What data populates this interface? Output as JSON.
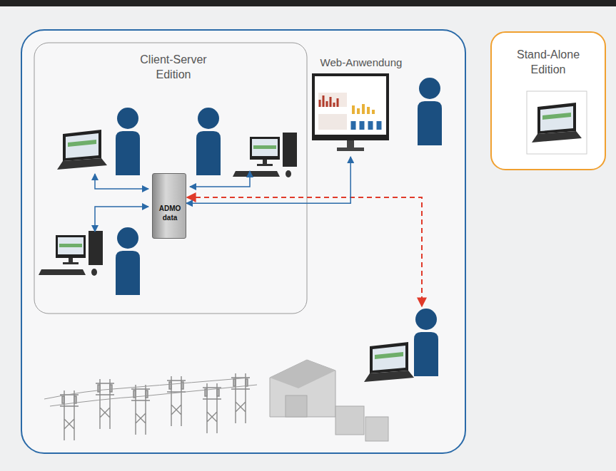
{
  "diagram": {
    "nodes": [
      {
        "text": [
          "Client-Server Edition"
        ]
      },
      {
        "text": [
          "ADMO data"
        ],
        "in": 0
      },
      {
        "text": [
          "Web-Anwendung"
        ]
      },
      {
        "text": [
          "Stand-Alone Edition"
        ]
      }
    ],
    "edges": [
      {
        "from": 1,
        "to": 2,
        "arrow": "both"
      }
    ]
  }
}
